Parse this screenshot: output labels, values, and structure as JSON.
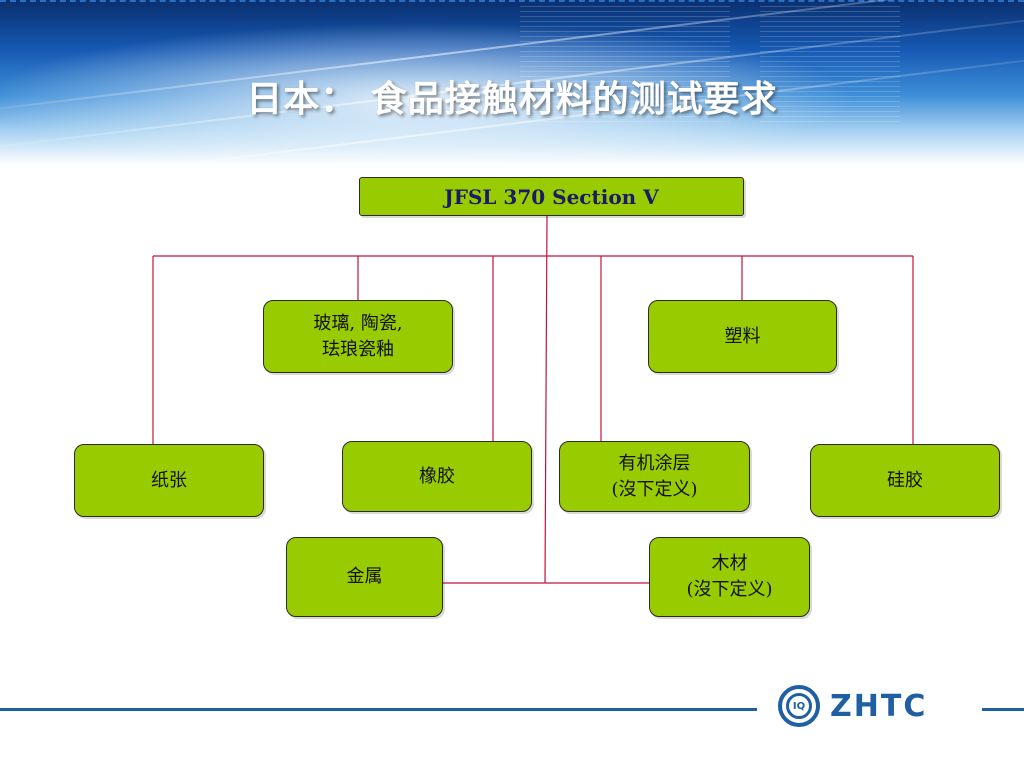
{
  "slide": {
    "title": "日本： 食品接触材料的测试要求"
  },
  "diagram": {
    "root": "JFSL 370 Section V",
    "nodes": {
      "glass_ceramic_enamel": "玻璃, 陶瓷,\n珐琅瓷釉",
      "plastic": "塑料",
      "paper": "纸张",
      "rubber": "橡胶",
      "organic_coating": "有机涂层\n(沒下定义)",
      "silicone": "硅胶",
      "metal": "金属",
      "wood": "木材\n(沒下定义)"
    },
    "colors": {
      "node_fill": "#99cc00",
      "connector": "#c0143c"
    }
  },
  "footer": {
    "logo_text": "ZHTC"
  }
}
